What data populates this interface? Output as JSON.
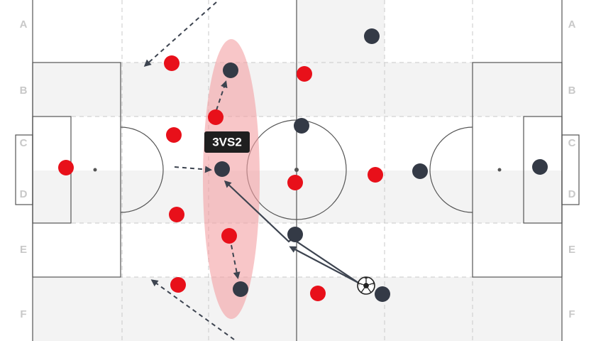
{
  "zones": {
    "left": [
      "A",
      "B",
      "C",
      "D",
      "E",
      "F"
    ],
    "right": [
      "A",
      "B",
      "C",
      "D",
      "E",
      "F"
    ]
  },
  "callout": {
    "text": "3VS2"
  },
  "colors": {
    "team_red": "#e8101a",
    "team_dark": "#343a46",
    "overload_zone": "#f4a0a3",
    "pitch_band": "#f3f3f3",
    "pitch_lines": "#555555"
  },
  "icons": {
    "ball": "soccer-ball-icon"
  }
}
